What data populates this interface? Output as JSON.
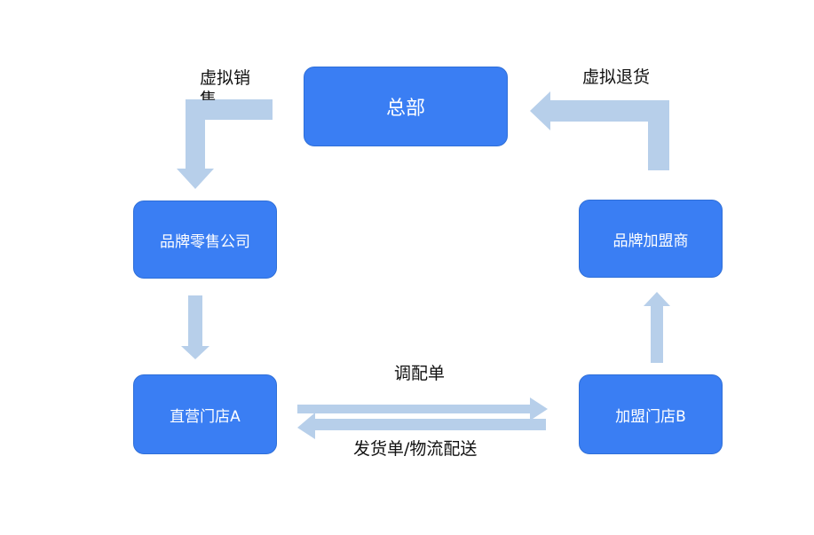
{
  "nodes": {
    "hq": "总部",
    "retail_company": "品牌零售公司",
    "franchisee": "品牌加盟商",
    "direct_store": "直营门店A",
    "franchise_store": "加盟门店B"
  },
  "labels": {
    "virtual_sale_line1": "虚拟销",
    "virtual_sale_line2": "售",
    "virtual_return": "虚拟退货",
    "transfer_order": "调配单",
    "shipping": "发货单/物流配送"
  },
  "colors": {
    "node_fill": "#3a7ef3",
    "arrow_fill": "#b7cfea"
  }
}
